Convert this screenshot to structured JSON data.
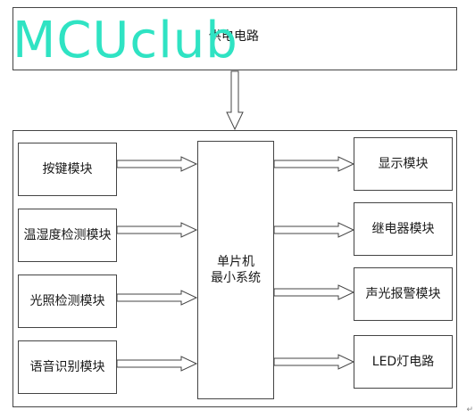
{
  "power_box": {
    "label": "供电电路"
  },
  "watermark": {
    "text": "MCUclub"
  },
  "mcu_box": {
    "line1": "单片机",
    "line2": "最小系统"
  },
  "input_modules": [
    {
      "label": "按键模块"
    },
    {
      "label": "温湿度检测模块"
    },
    {
      "label": "光照检测模块"
    },
    {
      "label": "语音识别模块"
    }
  ],
  "output_modules": [
    {
      "label": "显示模块"
    },
    {
      "label": "继电器模块"
    },
    {
      "label": "声光报警模块"
    },
    {
      "label": "LED灯电路"
    }
  ],
  "corner_mark": {
    "text": "↵"
  },
  "colors": {
    "watermark": "#2fe3c3",
    "line": "#444444"
  }
}
